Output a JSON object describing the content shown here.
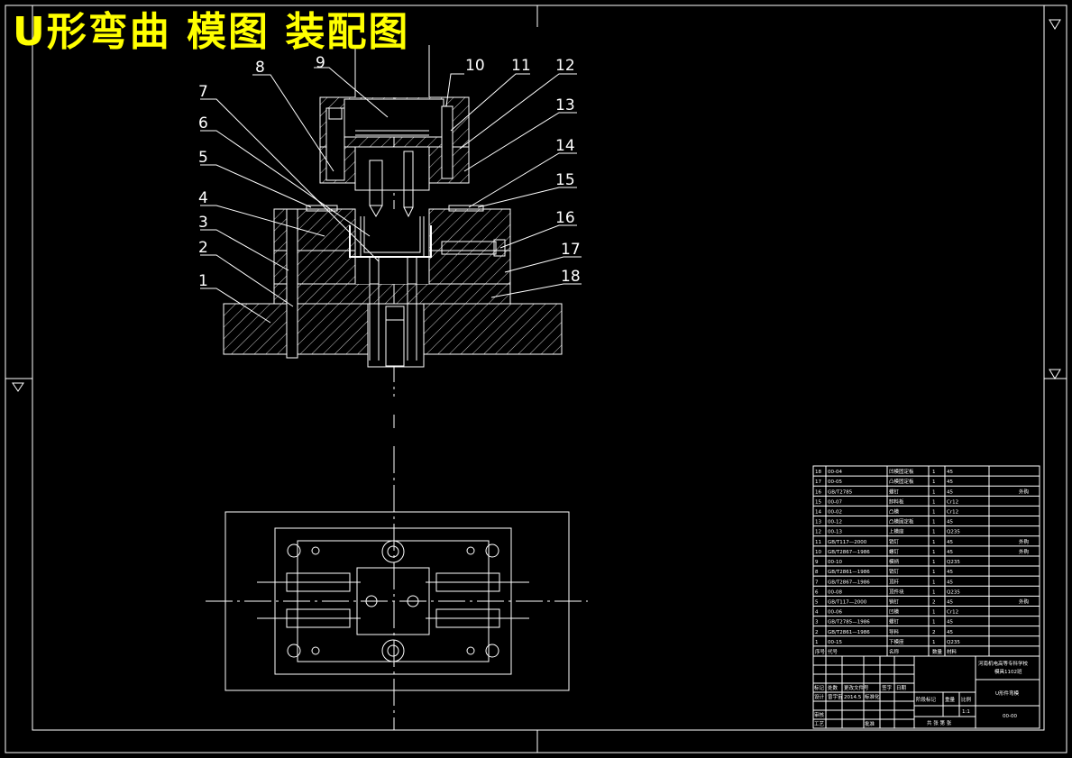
{
  "title": "U形弯曲 模图 装配图",
  "balloons": [
    "1",
    "2",
    "3",
    "4",
    "5",
    "6",
    "7",
    "8",
    "9",
    "10",
    "11",
    "12",
    "13",
    "14",
    "15",
    "16",
    "17",
    "18"
  ],
  "bom_rows": [
    {
      "no": "18",
      "code": "00-04",
      "name": "凹模固定板",
      "qty": "1",
      "mat": "45",
      "note": ""
    },
    {
      "no": "17",
      "code": "00-05",
      "name": "凸模固定板",
      "qty": "1",
      "mat": "45",
      "note": ""
    },
    {
      "no": "16",
      "code": "GB/T2785",
      "name": "螺钉",
      "qty": "1",
      "mat": "45",
      "note": "外购"
    },
    {
      "no": "15",
      "code": "00-07",
      "name": "卸料板",
      "qty": "1",
      "mat": "Cr12",
      "note": ""
    },
    {
      "no": "14",
      "code": "00-02",
      "name": "凸模",
      "qty": "1",
      "mat": "Cr12",
      "note": ""
    },
    {
      "no": "13",
      "code": "00-12",
      "name": "凸模固定板",
      "qty": "1",
      "mat": "45",
      "note": ""
    },
    {
      "no": "12",
      "code": "00-13",
      "name": "上模座",
      "qty": "1",
      "mat": "Q235",
      "note": ""
    },
    {
      "no": "11",
      "code": "GB/T117—2000",
      "name": "销钉",
      "qty": "1",
      "mat": "45",
      "note": "外购"
    },
    {
      "no": "10",
      "code": "GB/T2867—1986",
      "name": "螺钉",
      "qty": "1",
      "mat": "45",
      "note": "外购"
    },
    {
      "no": "9",
      "code": "00-10",
      "name": "模柄",
      "qty": "1",
      "mat": "Q235",
      "note": ""
    },
    {
      "no": "8",
      "code": "GB/T2861—1986",
      "name": "销钉",
      "qty": "1",
      "mat": "45",
      "note": ""
    },
    {
      "no": "7",
      "code": "GB/T2867—1986",
      "name": "顶杆",
      "qty": "1",
      "mat": "45",
      "note": ""
    },
    {
      "no": "6",
      "code": "00-08",
      "name": "顶件块",
      "qty": "1",
      "mat": "Q235",
      "note": ""
    },
    {
      "no": "5",
      "code": "GB/T117—2000",
      "name": "销钉",
      "qty": "2",
      "mat": "45",
      "note": "外购"
    },
    {
      "no": "4",
      "code": "00-06",
      "name": "凹模",
      "qty": "1",
      "mat": "Cr12",
      "note": ""
    },
    {
      "no": "3",
      "code": "GB/T2785—1986",
      "name": "螺钉",
      "qty": "1",
      "mat": "45",
      "note": ""
    },
    {
      "no": "2",
      "code": "GB/T2861—1986",
      "name": "导料",
      "qty": "2",
      "mat": "45",
      "note": ""
    },
    {
      "no": "1",
      "code": "00-15",
      "name": "下模座",
      "qty": "1",
      "mat": "Q235",
      "note": ""
    }
  ],
  "bom_header": {
    "no": "序号",
    "code": "代号",
    "name": "名称",
    "qty": "数量",
    "mat": "材料",
    "note": ""
  },
  "title_block": {
    "school": "河南机电高等专科学校",
    "class": "模具1102班",
    "drawing_name": "U形件弯模",
    "drawing_no": "00-00",
    "scale": "1:1",
    "marks_label": "标记",
    "count_label": "处数",
    "zone_label": "更改文件号",
    "sign_label": "签字",
    "date_label": "日期",
    "design_label": "设计",
    "design_name": "曾宇宙",
    "design_date": "2014.5",
    "std_label": "标准化",
    "stage_label": "阶段标记",
    "weight_label": "重量",
    "scale_label": "比例",
    "review_label": "审核",
    "craft_label": "工艺",
    "approve_label": "批准",
    "sheet_label": "共 张 第 张"
  }
}
